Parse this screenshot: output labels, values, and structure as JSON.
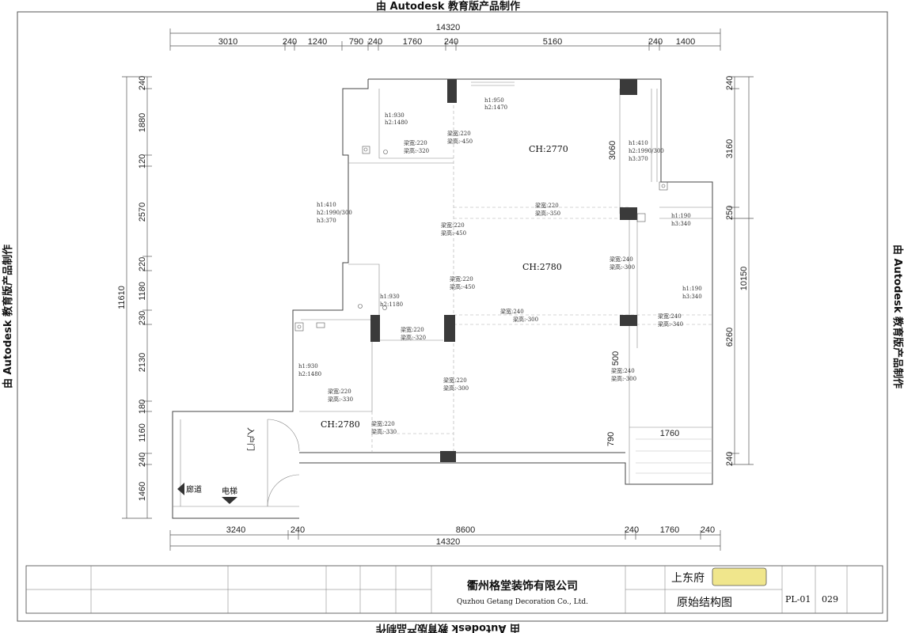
{
  "watermark": "由 Autodesk 教育版产品制作",
  "dimensions": {
    "top_total": "14320",
    "top_segments": [
      "3010",
      "240",
      "1240",
      "790",
      "240",
      "1760",
      "240",
      "5160",
      "240",
      "1400"
    ],
    "bottom_total": "14320",
    "bottom_segments": [
      "3240",
      "240",
      "8600",
      "240",
      "1760",
      "240"
    ],
    "left_total": "11610",
    "left_segments": [
      "240",
      "1880",
      "120",
      "2570",
      "220",
      "1180",
      "230",
      "2130",
      "180",
      "1160",
      "240",
      "1460"
    ],
    "right_total": "10150",
    "right_segments_outer": [
      "240",
      "3160",
      "250",
      "6260",
      "240"
    ],
    "inner_3060": "3060",
    "inner_500": "500",
    "inner_790": "790",
    "inner_1760": "1760"
  },
  "ceiling_heights": [
    "CH:2770",
    "CH:2780",
    "CH:2780"
  ],
  "notes": [
    {
      "l1": "h1:930",
      "l2": "h2:1480"
    },
    {
      "l1": "h1:950",
      "l2": "h2:1470"
    },
    {
      "l1": "梁宽:220",
      "l2": "梁高:-320"
    },
    {
      "l1": "梁宽:220",
      "l2": "梁高:-450"
    },
    {
      "l1": "h1:410",
      "l2": "h2:1990/300",
      "l3": "h3:370"
    },
    {
      "l1": "h1:410",
      "l2": "h2:1990/300",
      "l3": "h3:370"
    },
    {
      "l1": "梁宽:220",
      "l2": "梁高:-350"
    },
    {
      "l1": "梁宽:220",
      "l2": "梁高:-450"
    },
    {
      "l1": "h1:190",
      "l2": "h3:340"
    },
    {
      "l1": "梁宽:240",
      "l2": "梁高:-300"
    },
    {
      "l1": "梁宽:220",
      "l2": "梁高:-450"
    },
    {
      "l1": "h1:930",
      "l2": "h2:1180"
    },
    {
      "l1": "梁宽:240",
      "l2": "梁高:-300"
    },
    {
      "l1": "梁宽:220",
      "l2": "梁高:-320"
    },
    {
      "l1": "h1:190",
      "l2": "h3:340"
    },
    {
      "l1": "梁宽:240",
      "l2": "梁高:-340"
    },
    {
      "l1": "h1:930",
      "l2": "h2:1480"
    },
    {
      "l1": "梁宽:220",
      "l2": "梁高:-330"
    },
    {
      "l1": "梁宽:220",
      "l2": "梁高:-300"
    },
    {
      "l1": "梁宽:240",
      "l2": "梁高:-300"
    },
    {
      "l1": "梁宽:220",
      "l2": "梁高:-330"
    }
  ],
  "labels": {
    "entrance": "入户门",
    "corridor": "廊道",
    "elevator": "电梯"
  },
  "title_block": {
    "company_cn": "衢州格堂装饰有限公司",
    "company_en": "Quzhou Getang Decoration Co., Ltd.",
    "project": "上东府",
    "drawing_name": "原始结构图",
    "drawing_code": "PL-01",
    "sheet_no": "029"
  }
}
